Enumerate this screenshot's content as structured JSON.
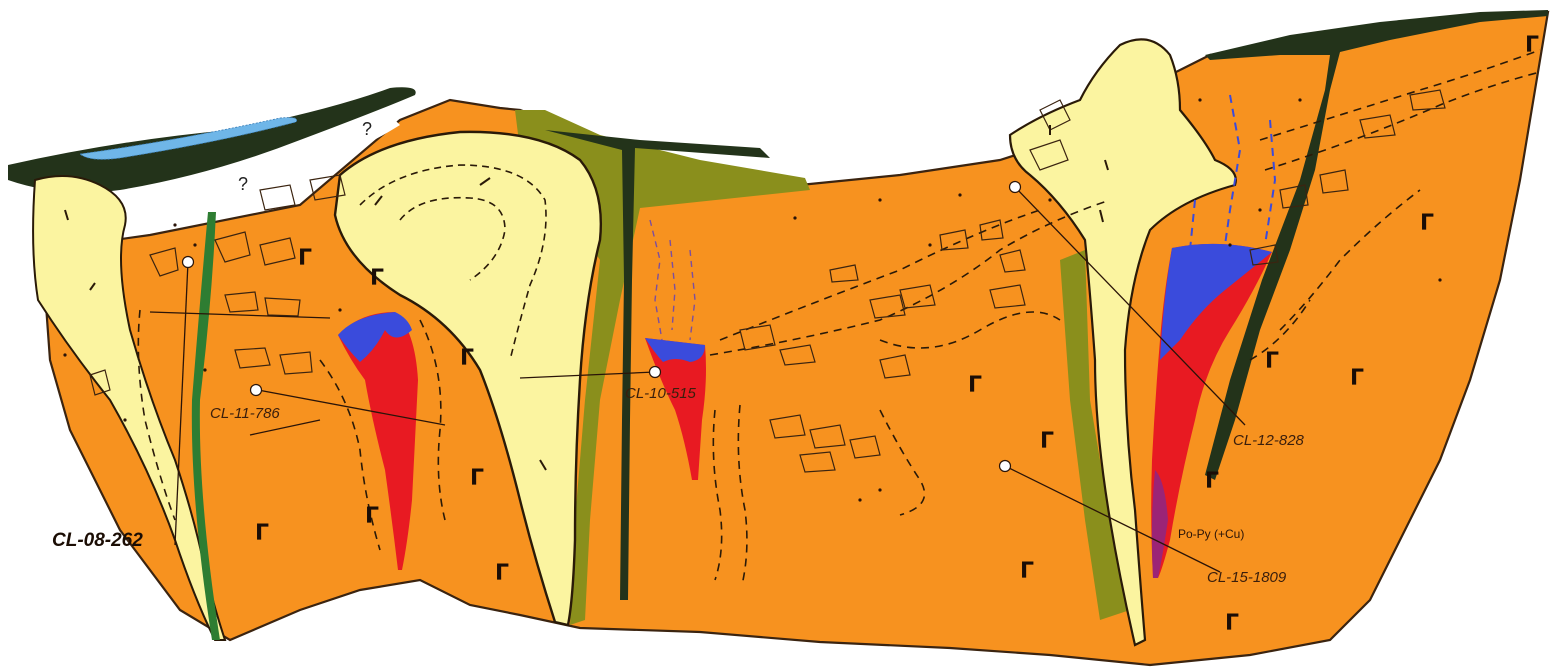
{
  "labels": {
    "cl08": "CL-08-262",
    "cl11": "CL-11-786",
    "cl10": "CL-10-515",
    "cl12": "CL-12-828",
    "cl15": "CL-15-1809",
    "popy": "Po-Py (+Cu)"
  },
  "question_mark": "?",
  "gabbro_symbol": "Γ",
  "colors": {
    "host_orange": "#f7921f",
    "intrusion_yellow": "#fbf4a0",
    "dike_dark": "#23331a",
    "olive_dike": "#8a8f1c",
    "massive_blue": "#3a4bdc",
    "ore_red": "#e81a22",
    "green_dike": "#2e7d32",
    "water_blue": "#6fb6e8"
  }
}
